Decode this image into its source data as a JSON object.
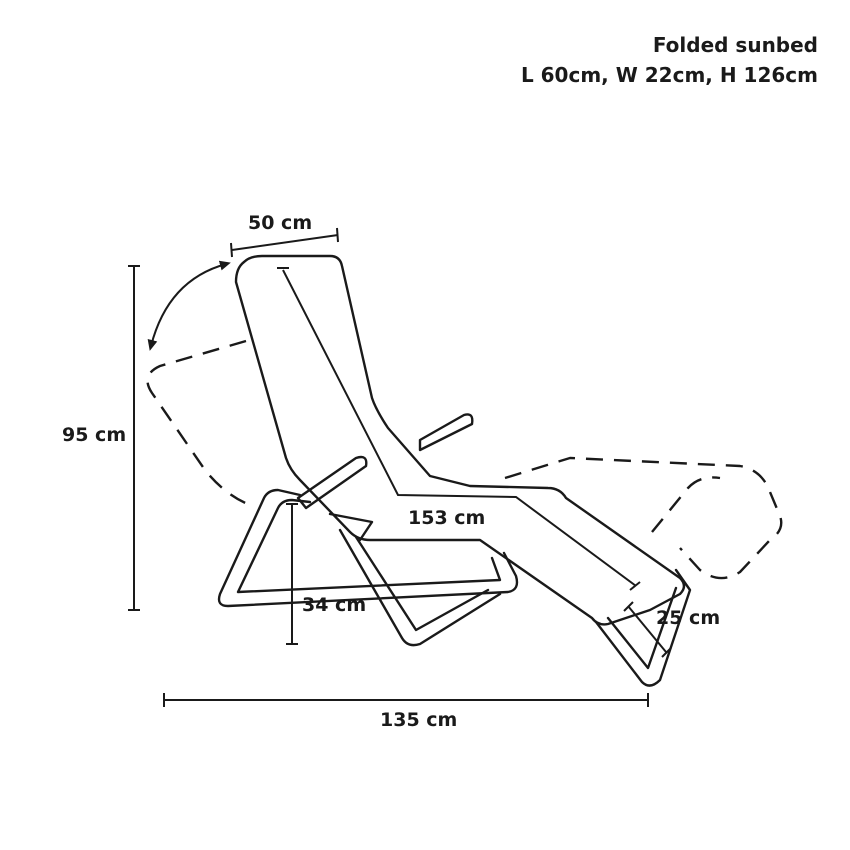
{
  "header": {
    "title": "Folded sunbed",
    "folded_dims": "L 60cm, W 22cm, H 126cm"
  },
  "dimensions": {
    "backrest_width": "50 cm",
    "height": "95 cm",
    "seat_height": "34 cm",
    "length": "153 cm",
    "footrest": "25 cm",
    "depth": "135 cm"
  },
  "colors": {
    "fabric": "#e6e3e0",
    "line": "#1a1a1a"
  }
}
